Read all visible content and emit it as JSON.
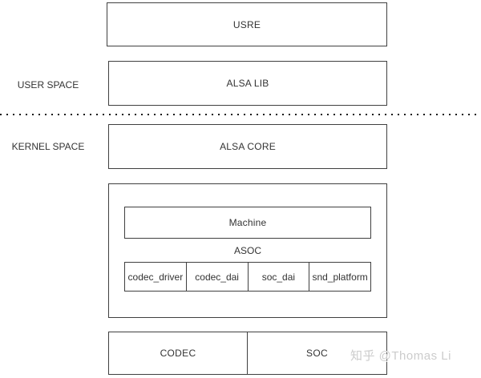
{
  "diagram": {
    "user_space_label": "USER SPACE",
    "kernel_space_label": "KERNEL SPACE",
    "usre": "USRE",
    "alsa_lib": "ALSA LIB",
    "alsa_core": "ALSA CORE",
    "machine": "Machine",
    "asoc_label": "ASOC",
    "asoc_cells": [
      "codec_driver",
      "codec_dai",
      "soc_dai",
      "snd_platform"
    ],
    "codec": "CODEC",
    "soc": "SOC"
  },
  "watermark": {
    "text": "知乎 @Thomas Li"
  },
  "colors": {
    "background": "#ffffff",
    "border": "#404040",
    "text": "#333333",
    "dotted_divider": "#1a1a1a",
    "watermark": "#cccccc"
  }
}
